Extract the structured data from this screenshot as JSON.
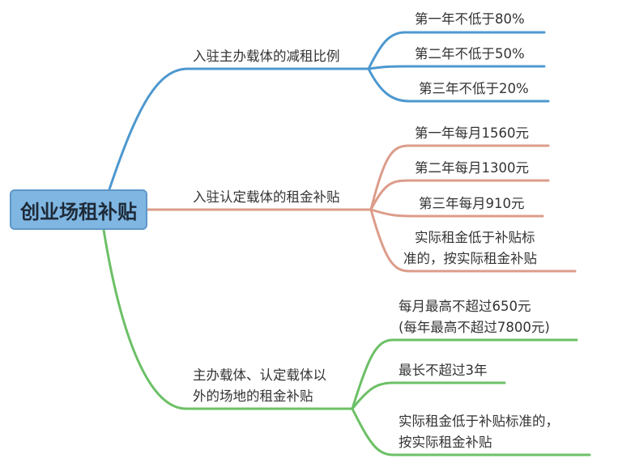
{
  "root": {
    "label": "创业场租补贴",
    "color": "#7fb6e2"
  },
  "branches": [
    {
      "label": "入驻主办载体的减租比例",
      "color": "#4d98cf",
      "children": [
        {
          "lines": [
            "第一年不低于80%"
          ]
        },
        {
          "lines": [
            "第二年不低于50%"
          ]
        },
        {
          "lines": [
            "第三年不低于20%"
          ]
        }
      ]
    },
    {
      "label": "入驻认定载体的租金补贴",
      "color": "#dc9c8a",
      "children": [
        {
          "lines": [
            "第一年每月1560元"
          ]
        },
        {
          "lines": [
            "第二年每月1300元"
          ]
        },
        {
          "lines": [
            "第三年每月910元"
          ]
        },
        {
          "lines": [
            "实际租金低于补贴标",
            "准的，按实际租金补贴"
          ]
        }
      ]
    },
    {
      "label_lines": [
        "主办载体、认定载体以",
        "外的场地的租金补贴"
      ],
      "color": "#6cc066",
      "children": [
        {
          "lines": [
            "每月最高不超过650元",
            "(每年最高不超过7800元)"
          ]
        },
        {
          "lines": [
            "最长不超过3年"
          ]
        },
        {
          "lines": [
            "实际租金低于补贴标准的，",
            "按实际租金补贴"
          ]
        }
      ]
    }
  ]
}
